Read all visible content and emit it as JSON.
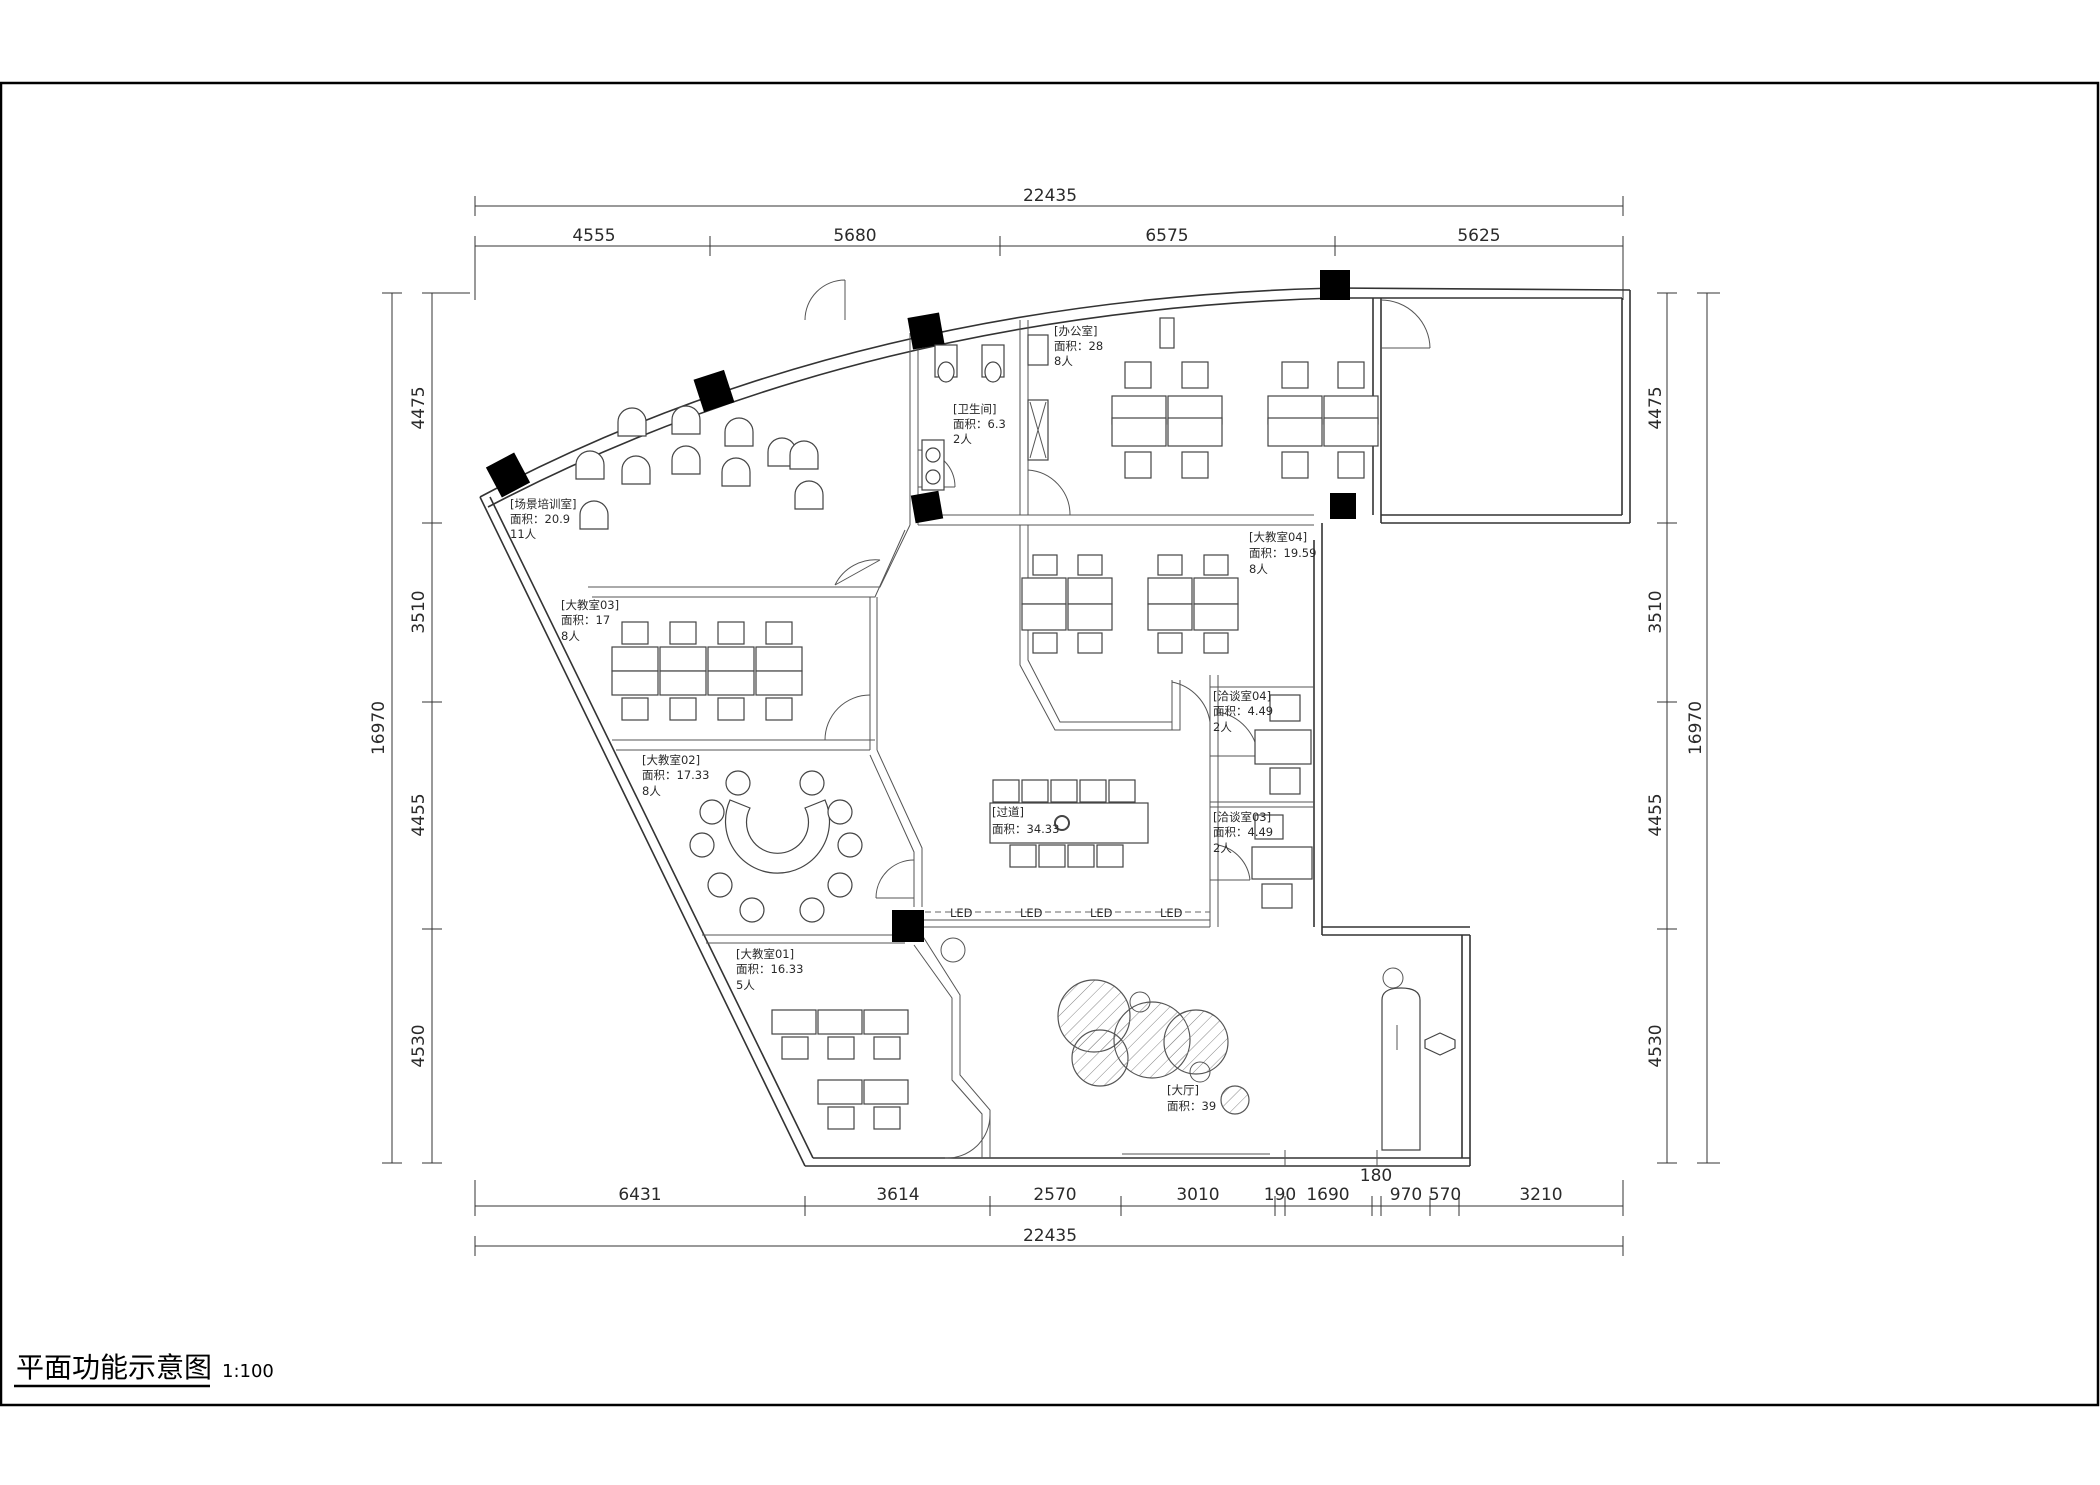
{
  "drawing": {
    "title": "平面功能示意图",
    "scale": "1:100"
  },
  "dimensions": {
    "top_total": "22435",
    "top_segments": [
      "4555",
      "5680",
      "6575",
      "5625"
    ],
    "left_total": "16970",
    "left_segments": [
      "4475",
      "3510",
      "4455",
      "4530"
    ],
    "right_total": "16970",
    "right_segments": [
      "4475",
      "3510",
      "4455",
      "4530"
    ],
    "bottom_segments": [
      "6431",
      "3614",
      "2570",
      "3010",
      "190",
      "1690",
      "180",
      "970",
      "570",
      "3210"
    ],
    "bottom_total": "22435"
  },
  "rooms": [
    {
      "name": "[场景培训室]",
      "area": "面积：20.9",
      "people": "11人"
    },
    {
      "name": "[卫生间]",
      "area": "面积：6.3",
      "people": "2人"
    },
    {
      "name": "[办公室]",
      "area": "面积：28",
      "people": "8人"
    },
    {
      "name": "[大教室03]",
      "area": "面积：17",
      "people": "8人"
    },
    {
      "name": "[大教室04]",
      "area": "面积：19.59",
      "people": "8人"
    },
    {
      "name": "[洽谈室04]",
      "area": "面积：4.49",
      "people": "2人"
    },
    {
      "name": "[大教室02]",
      "area": "面积：17.33",
      "people": "8人"
    },
    {
      "name": "[过道]",
      "area": "面积：34.33",
      "people": ""
    },
    {
      "name": "[洽谈室03]",
      "area": "面积：4.49",
      "people": "2人"
    },
    {
      "name": "[大教室01]",
      "area": "面积：16.33",
      "people": "5人"
    },
    {
      "name": "[大厅]",
      "area": "面积：39",
      "people": ""
    }
  ],
  "led_label": "LED"
}
